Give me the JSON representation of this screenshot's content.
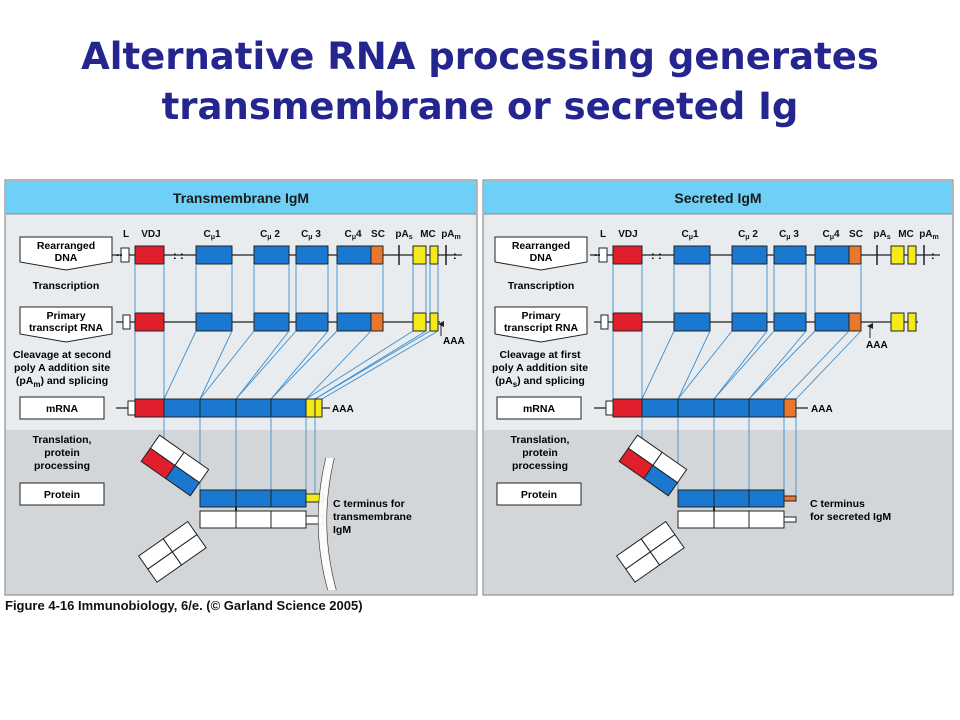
{
  "title": {
    "line1": "Alternative RNA processing generates",
    "line2": "transmembrane or secreted Ig"
  },
  "caption": "Figure 4-16  Immunobiology, 6/e. (© Garland Science 2005)",
  "colors": {
    "title": "#25258f",
    "header_band": "#6fd0f7",
    "panel_bg_light": "#e9ecef",
    "panel_bg_dark": "#d3d6d9",
    "vdj": "#e01f2d",
    "constant_domain": "#1a78d0",
    "secreted_coding": "#e9782e",
    "membrane_coding": "#f4ea1a",
    "connector": "#3a8fd0"
  },
  "left_panel": {
    "header": "Transmembrane IgM",
    "gene_labels": {
      "l": "L",
      "vdj": "VDJ",
      "cmu1_main": "C",
      "cmu1_sub": "μ",
      "cmu1_num": "1",
      "cmu2_main": "C",
      "cmu2_sub": "μ",
      "cmu2_num": " 2",
      "cmu3_main": "C",
      "cmu3_sub": "μ",
      "cmu3_num": " 3",
      "cmu4_main": "C",
      "cmu4_sub": "μ",
      "cmu4_num": "4",
      "sc": "SC",
      "pas_main": "pA",
      "pas_sub": "s",
      "mc": "MC",
      "pam_main": "pA",
      "pam_sub": "m"
    },
    "boxes": {
      "rearranged_line1": "Rearranged",
      "rearranged_line2": "DNA",
      "primary_line1": "Primary",
      "primary_line2": "transcript RNA",
      "mrna": "mRNA",
      "protein": "Protein"
    },
    "steps": {
      "transcription": "Transcription",
      "cleavage_line1": "Cleavage at second",
      "cleavage_line2": "poly A addition site",
      "cleavage_line3_pre": "(pA",
      "cleavage_line3_sub": "m",
      "cleavage_line3_post": ") and splicing",
      "translation_line1": "Translation,",
      "translation_line2": "protein",
      "translation_line3": "processing"
    },
    "aaa_primary": "AAA",
    "aaa_mrna": "AAA",
    "terminus_line1": "C terminus for",
    "terminus_line2": "transmembrane",
    "terminus_line3": "IgM"
  },
  "right_panel": {
    "header": "Secreted IgM",
    "gene_labels": {
      "l": "L",
      "vdj": "VDJ",
      "cmu1_main": "C",
      "cmu1_sub": "μ",
      "cmu1_num": "1",
      "cmu2_main": "C",
      "cmu2_sub": "μ",
      "cmu2_num": " 2",
      "cmu3_main": "C",
      "cmu3_sub": "μ",
      "cmu3_num": " 3",
      "cmu4_main": "C",
      "cmu4_sub": "μ",
      "cmu4_num": "4",
      "sc": "SC",
      "pas_main": "pA",
      "pas_sub": "s",
      "mc": "MC",
      "pam_main": "pA",
      "pam_sub": "m"
    },
    "boxes": {
      "rearranged_line1": "Rearranged",
      "rearranged_line2": "DNA",
      "primary_line1": "Primary",
      "primary_line2": "transcript RNA",
      "mrna": "mRNA",
      "protein": "Protein"
    },
    "steps": {
      "transcription": "Transcription",
      "cleavage_line1": "Cleavage at first",
      "cleavage_line2": "poly A addition site",
      "cleavage_line3_pre": "(pA",
      "cleavage_line3_sub": "s",
      "cleavage_line3_post": ") and splicing",
      "translation_line1": "Translation,",
      "translation_line2": "protein",
      "translation_line3": "processing"
    },
    "aaa_primary": "AAA",
    "aaa_mrna": "AAA",
    "terminus_line1": "C  terminus",
    "terminus_line2": "for secreted IgM"
  }
}
